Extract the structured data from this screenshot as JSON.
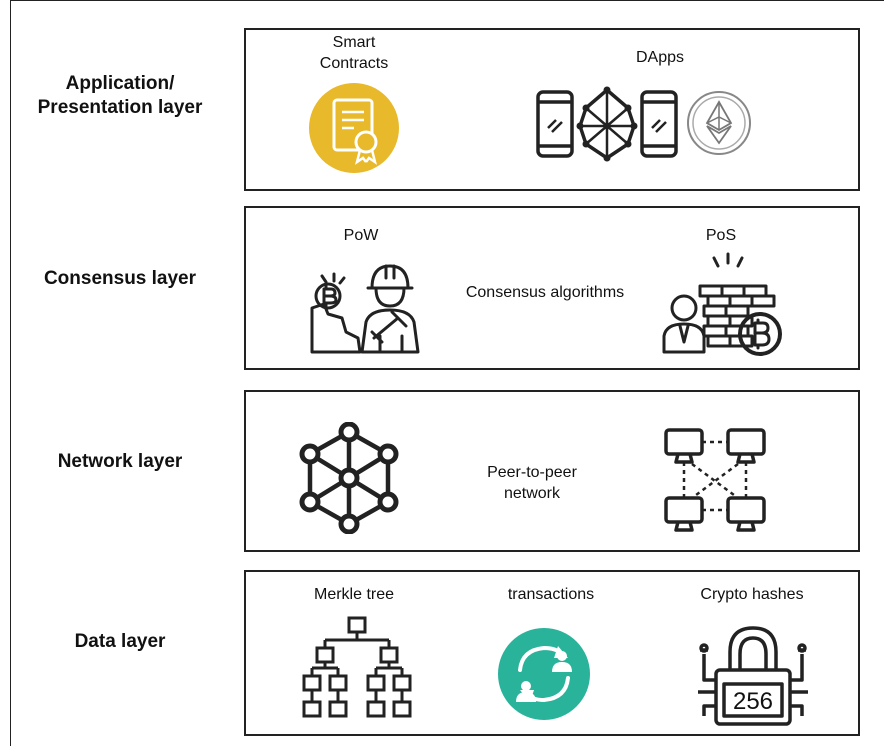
{
  "layers": [
    {
      "label": "Application/ Presentation layer",
      "items": {
        "smart_contracts": "Smart Contracts",
        "dapps": "DApps"
      }
    },
    {
      "label": "Consensus layer",
      "items": {
        "pow": "PoW",
        "center": "Consensus algorithms",
        "pos": "PoS"
      }
    },
    {
      "label": "Network layer",
      "items": {
        "center": "Peer-to-peer network"
      }
    },
    {
      "label": "Data layer",
      "items": {
        "merkle": "Merkle tree",
        "transactions": "transactions",
        "hashes": "Crypto hashes",
        "hash_value": "256"
      }
    }
  ],
  "colors": {
    "smart_contract_circle": "#e8b92a",
    "transactions_circle": "#2ab39b",
    "line": "#222222"
  }
}
